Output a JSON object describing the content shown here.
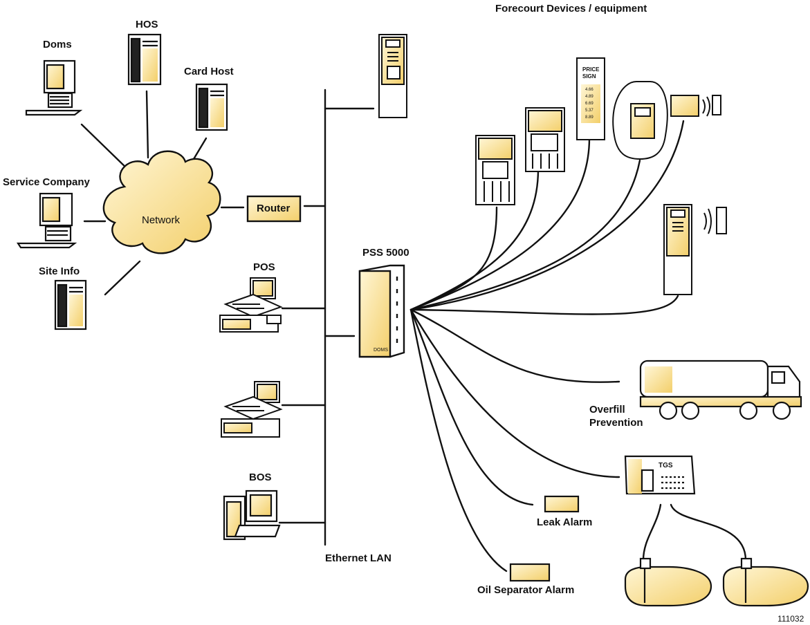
{
  "labels": {
    "title": "Forecourt Devices / equipment",
    "doms": "Doms",
    "hos": "HOS",
    "card_host": "Card Host",
    "service_company": "Service  Company",
    "network": "Network",
    "router": "Router",
    "site_info": "Site Info",
    "pos": "POS",
    "bos": "BOS",
    "pss": "PSS 5000",
    "ethernet": "Ethernet LAN",
    "overfill_1": "Overfill",
    "overfill_2": "Prevention",
    "leak": "Leak Alarm",
    "oil": "Oil Separator Alarm",
    "figure_number": "111032"
  },
  "device_text": {
    "price_sign_1": "PRICE",
    "price_sign_2": "SIGN",
    "prices": [
      "4.66",
      "4.89",
      "6.69",
      "5.37",
      "8.89"
    ],
    "tgs": "TGS",
    "doms_brand": "DOMS"
  },
  "colors": {
    "accent": "#f3cf6a",
    "accent_dark": "#e0b23c",
    "ink": "#111111"
  }
}
